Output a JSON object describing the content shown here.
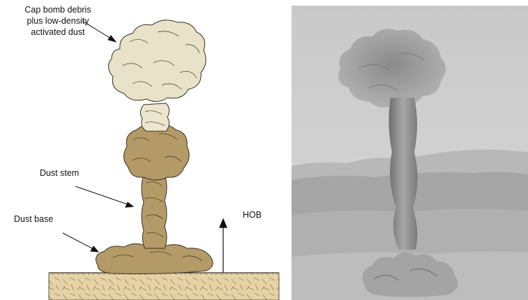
{
  "diagram": {
    "labels": {
      "cap": "Cap bomb debris\nplus low-density\nactivated dust",
      "stem": "Dust stem",
      "base": "Dust base",
      "hob": "HOB"
    },
    "colors": {
      "cap_fill": "#e8e2c8",
      "stem_upper_fill": "#ece6cf",
      "dust_fill": "#b39a66",
      "ground_fill": "#e5d2a6",
      "outline": "#3a3226"
    }
  },
  "photo": {
    "description_icon": "nuclear-test-photo"
  }
}
